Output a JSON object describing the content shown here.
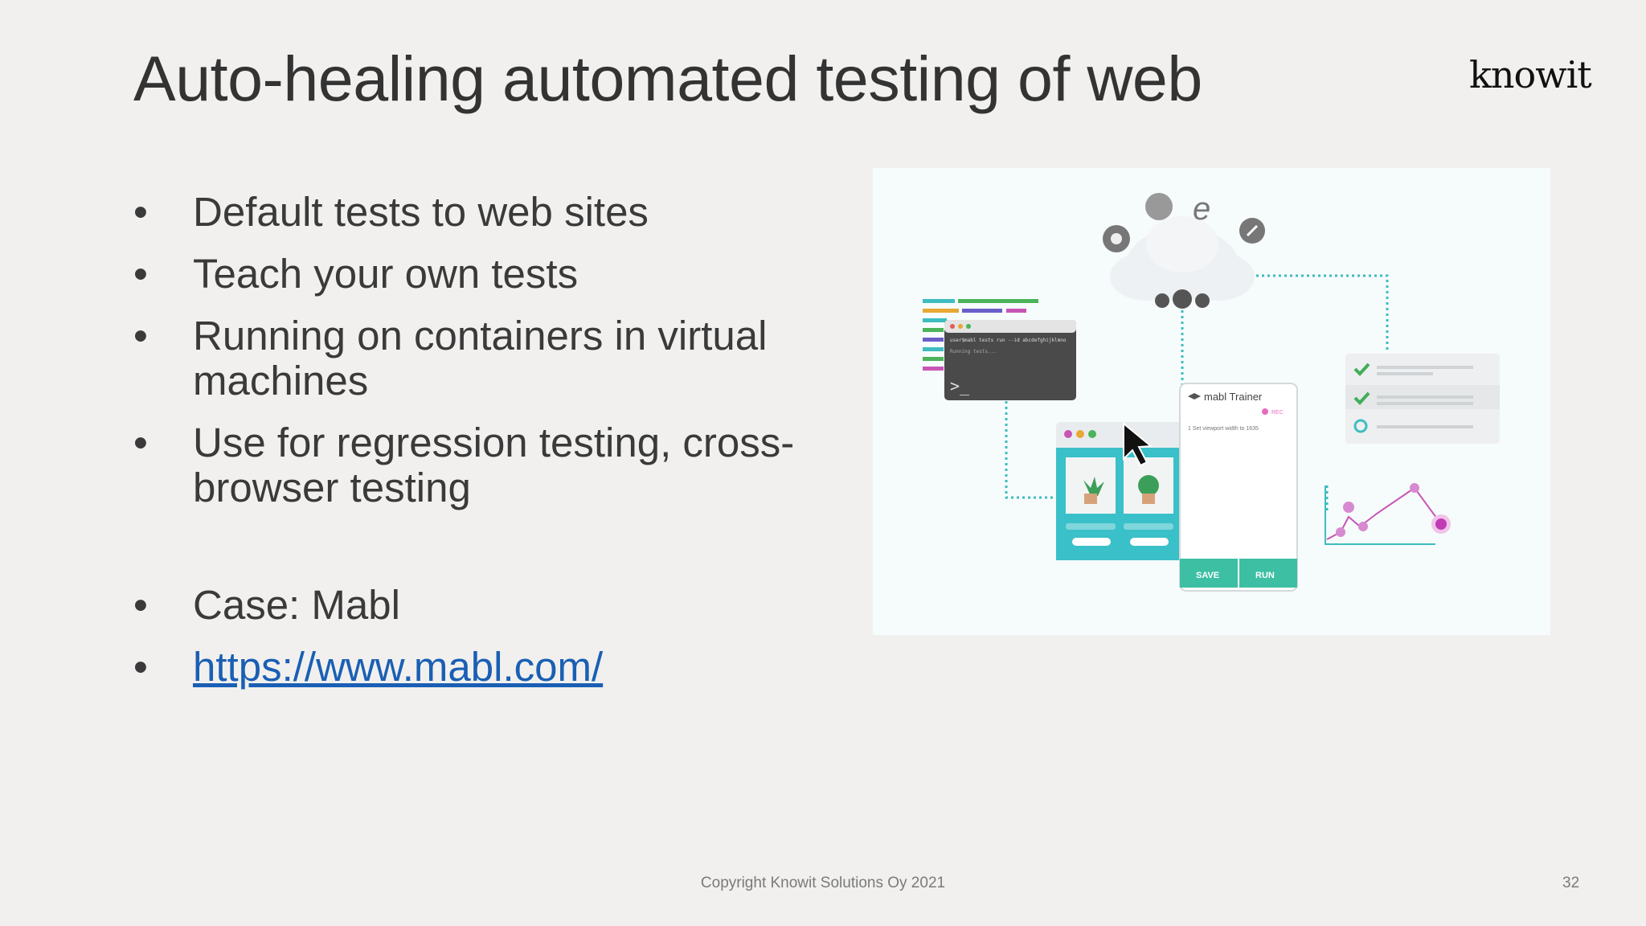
{
  "slide": {
    "title": "Auto-healing automated testing of web",
    "logo": "knowit",
    "bullet_char": "•",
    "bullets": [
      {
        "text": "Default tests to web sites"
      },
      {
        "text": "Teach your own tests"
      },
      {
        "text": "Running on containers in virtual machines"
      },
      {
        "text": "Use for regression testing, cross-browser testing"
      },
      {
        "text": "Case: Mabl"
      },
      {
        "text": "https://www.mabl.com/"
      }
    ],
    "illustration": {
      "terminal_line1": "user$mabl tests run --id  abcdefghijklmno",
      "terminal_line2": "Running tests...",
      "terminal_prompt": ">_",
      "trainer_title": "mabl Trainer",
      "trainer_rec": "REC",
      "trainer_step": "1   Set viewport width to 1635",
      "save_label": "SAVE",
      "run_label": "RUN"
    },
    "footer": "Copyright Knowit Solutions Oy 2021",
    "page_number": "32"
  }
}
